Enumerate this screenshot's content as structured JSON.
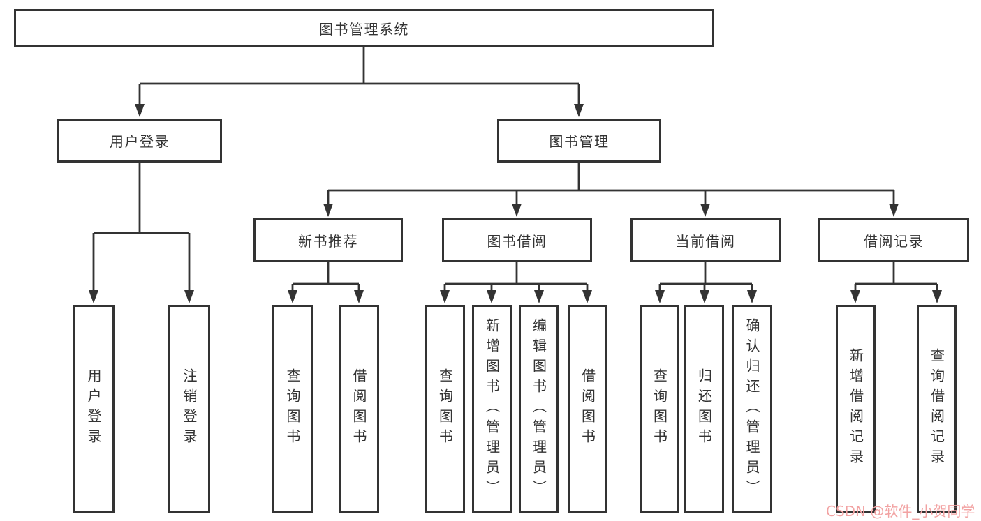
{
  "diagram": {
    "nodes": {
      "root": "图书管理系统",
      "user_login": "用户登录",
      "book_mgmt": "图书管理",
      "new_books": "新书推荐",
      "book_borrow": "图书借阅",
      "current_borrow": "当前借阅",
      "borrow_records": "借阅记录",
      "leaf_user_login": "用户登录",
      "leaf_logout": "注销登录",
      "leaf_nb_query": "查询图书",
      "leaf_nb_borrow": "借阅图书",
      "leaf_bb_query": "查询图书",
      "leaf_bb_add": "新增图书（管理员）",
      "leaf_bb_edit": "编辑图书（管理员）",
      "leaf_bb_borrow": "借阅图书",
      "leaf_cb_query": "查询图书",
      "leaf_cb_return": "归还图书",
      "leaf_cb_confirm": "确认归还（管理员）",
      "leaf_br_add": "新增借阅记录",
      "leaf_br_query": "查询借阅记录"
    },
    "structure": {
      "图书管理系统": {
        "用户登录": [
          "用户登录",
          "注销登录"
        ],
        "图书管理": {
          "新书推荐": [
            "查询图书",
            "借阅图书"
          ],
          "图书借阅": [
            "查询图书",
            "新增图书（管理员）",
            "编辑图书（管理员）",
            "借阅图书"
          ],
          "当前借阅": [
            "查询图书",
            "归还图书",
            "确认归还（管理员）"
          ],
          "借阅记录": [
            "新增借阅记录",
            "查询借阅记录"
          ]
        }
      }
    },
    "watermark": "CSDN @软件_小贺同学",
    "colors": {
      "line": "#333333",
      "text": "#333333",
      "watermark": "#F2A2A2",
      "background": "#FFFFFF"
    }
  }
}
